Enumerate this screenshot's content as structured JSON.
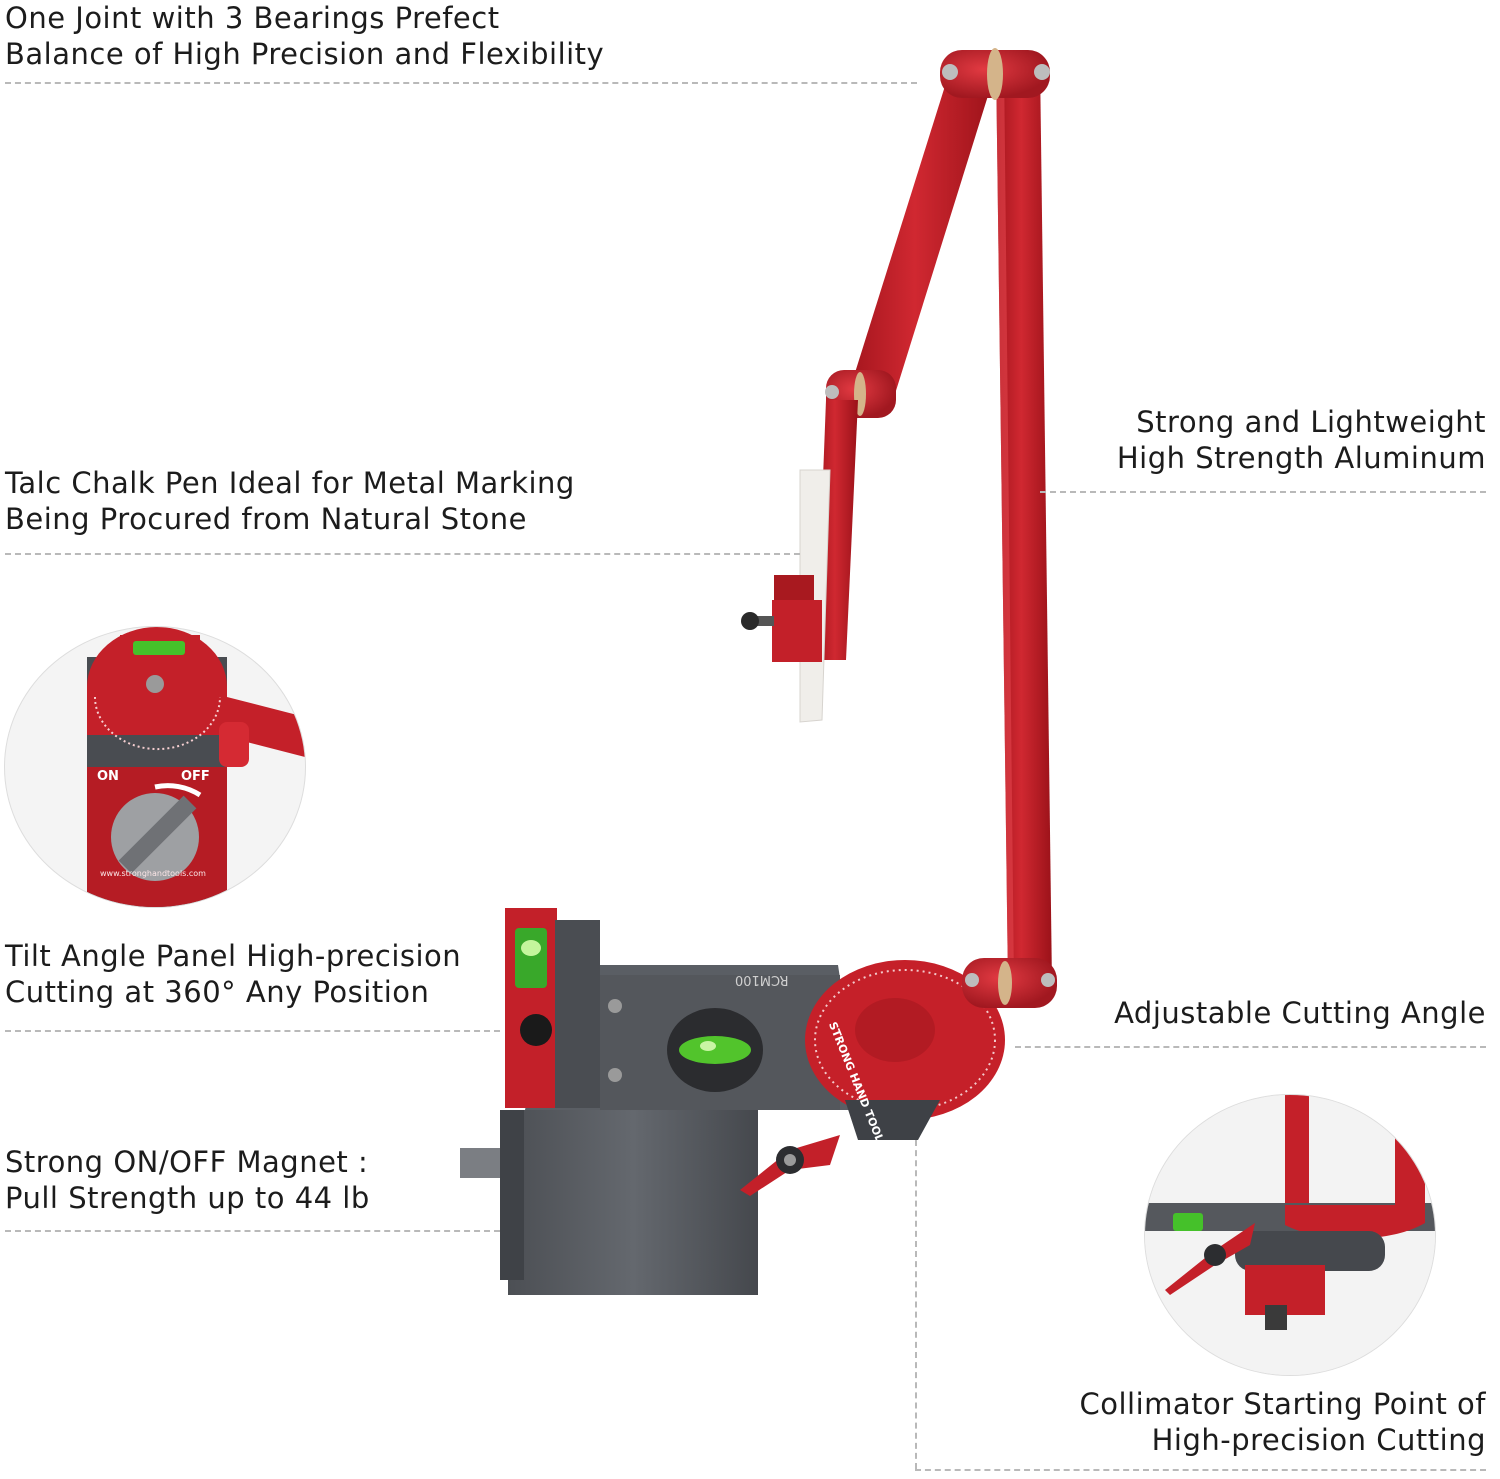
{
  "features": {
    "bearings": {
      "line1": "One Joint with 3 Bearings Prefect",
      "line2": "Balance of High Precision and Flexibility"
    },
    "aluminum": {
      "line1": "Strong and Lightweight",
      "line2": "High Strength Aluminum"
    },
    "chalk": {
      "line1": "Talc Chalk Pen Ideal for Metal Marking",
      "line2": "Being Procured from Natural Stone"
    },
    "tilt": {
      "line1": "Tilt Angle Panel High-precision",
      "line2": "Cutting at 360° Any Position"
    },
    "angle": {
      "line1": "Adjustable Cutting Angle"
    },
    "magnet": {
      "line1": "Strong ON/OFF Magnet :",
      "line2": "Pull Strength up to 44 lb"
    },
    "collimator": {
      "line1": "Collimator Starting Point of",
      "line2": "High-precision Cutting"
    }
  },
  "product_markings": {
    "model": "RCM100",
    "brand": "STRONG HAND TOOLS",
    "switch_on": "ON",
    "switch_off": "OFF",
    "website": "www.stronghandtools.com"
  },
  "colors": {
    "arm_red": "#c8202a",
    "dark_red": "#8e141b",
    "base_gray": "#5b5e63",
    "level_green": "#4cc22a"
  }
}
